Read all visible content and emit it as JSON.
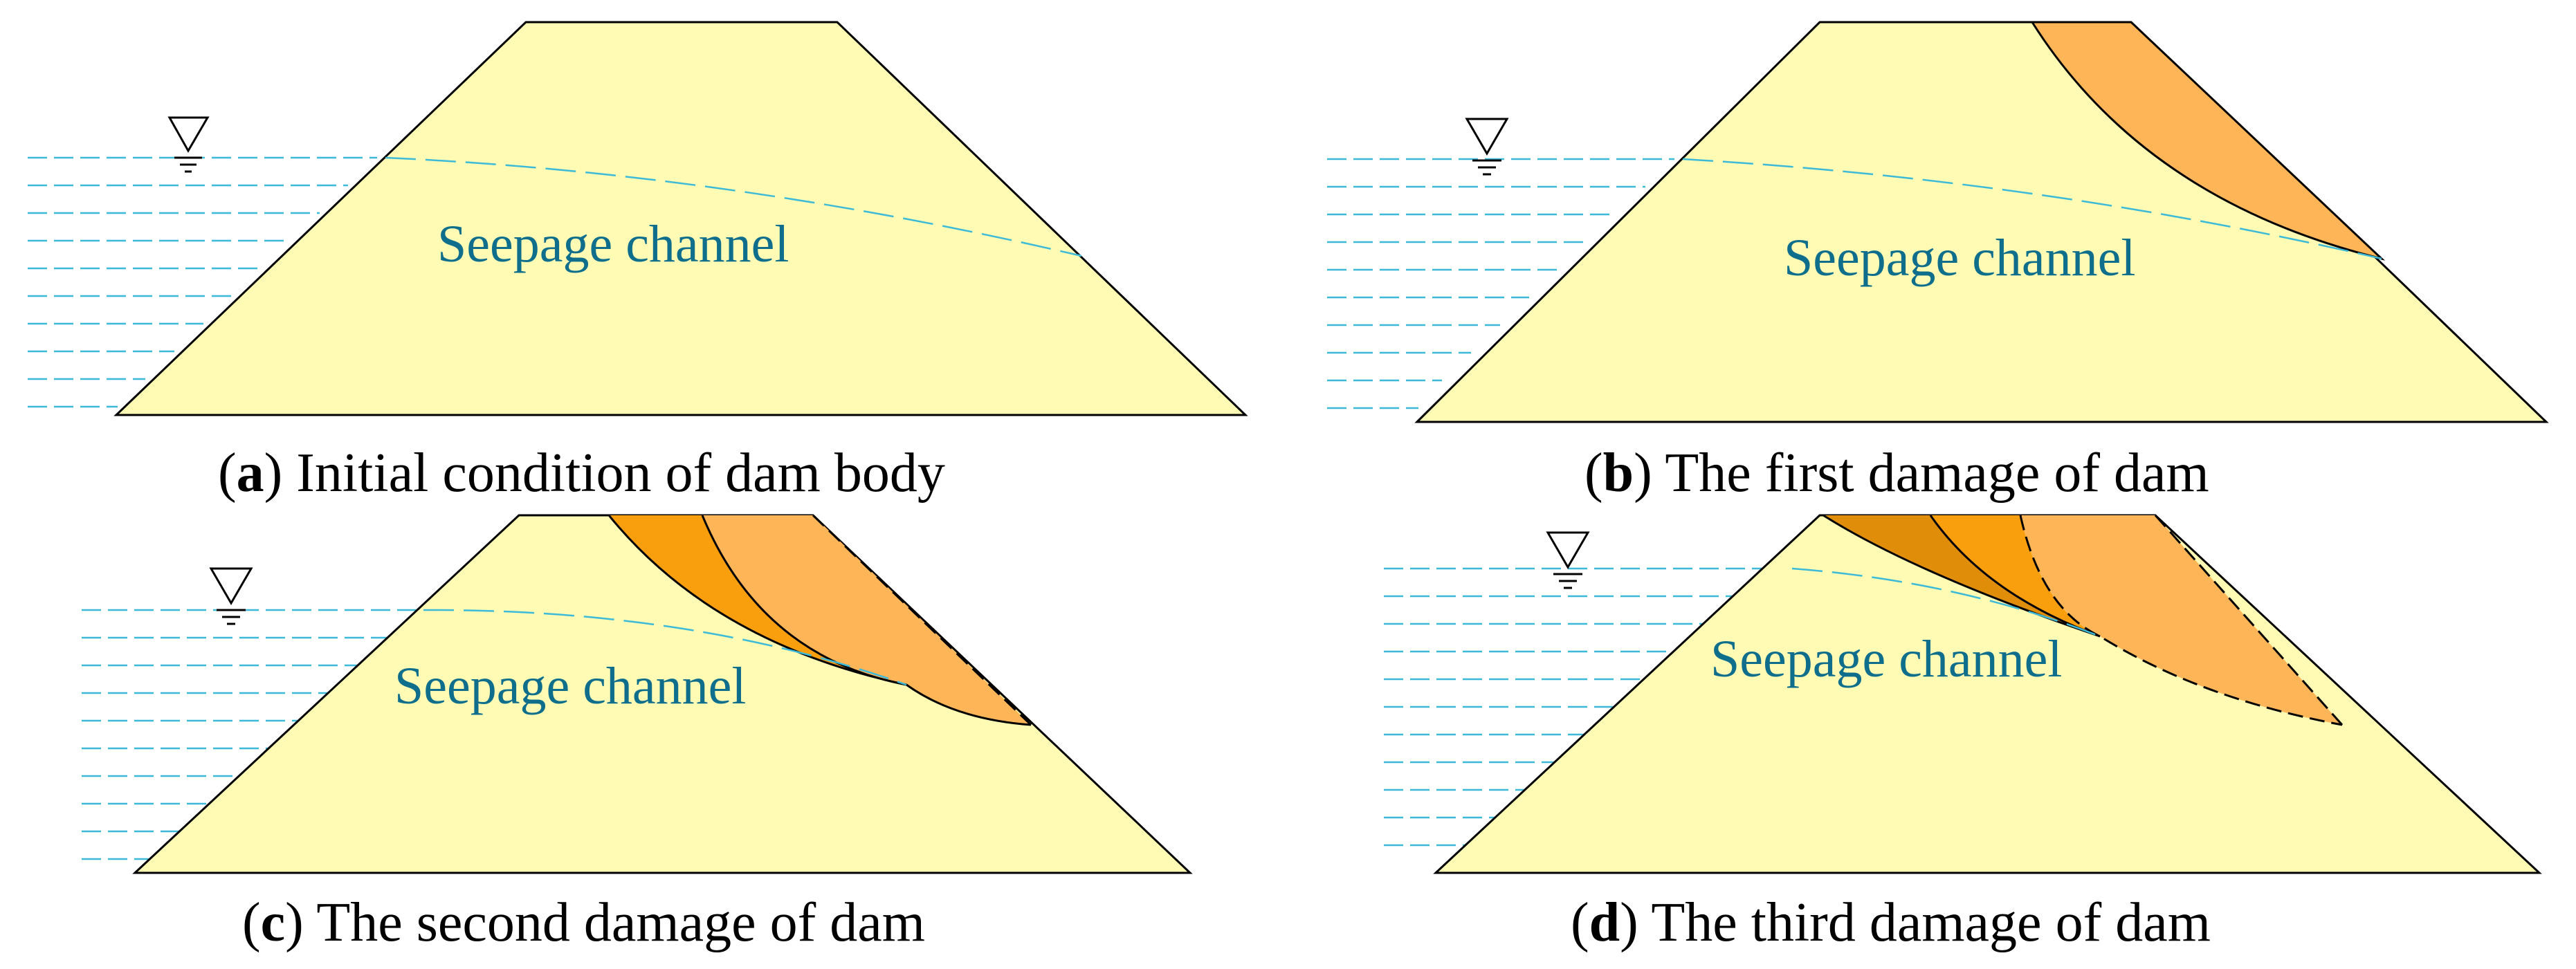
{
  "panels": [
    {
      "letter": "a",
      "caption": "Initial condition of dam body",
      "channel_label": "Seepage channel"
    },
    {
      "letter": "b",
      "caption": "The first damage of dam",
      "channel_label": "Seepage channel"
    },
    {
      "letter": "c",
      "caption": "The second damage of dam",
      "channel_label": "Seepage channel"
    },
    {
      "letter": "d",
      "caption": "The third damage of dam",
      "channel_label": "Seepage channel"
    }
  ],
  "colors": {
    "dam_body": "#FFFBB4",
    "water": "#3DBAD8",
    "seepage_text": "#0E6E8C",
    "damage_light": "#FDB558",
    "damage_mid": "#F99E0C",
    "damage_dark": "#E08E0A"
  },
  "icons": {
    "water_level": "water-level-triangle-icon"
  }
}
